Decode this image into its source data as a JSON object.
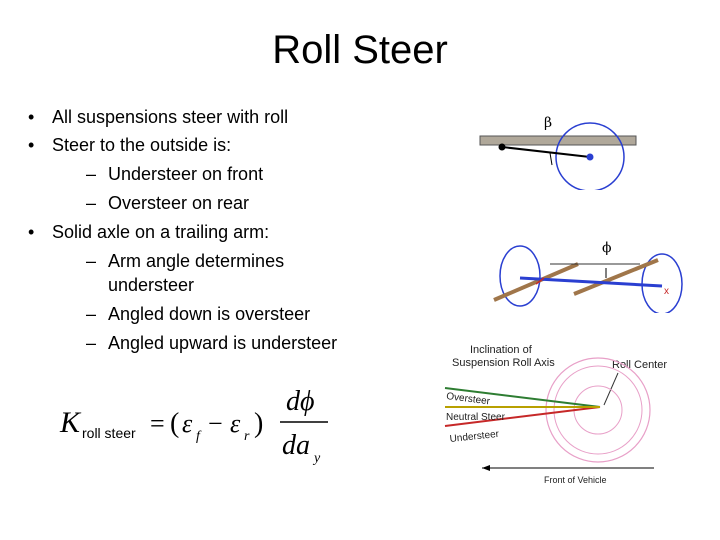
{
  "slide": {
    "title": "Roll Steer",
    "bullets": [
      {
        "level": 1,
        "text": "All suspensions steer with roll"
      },
      {
        "level": 1,
        "text": "Steer to the outside is:"
      },
      {
        "level": 2,
        "text": "Understeer on front"
      },
      {
        "level": 2,
        "text": "Oversteer on rear"
      },
      {
        "level": 1,
        "text": "Solid axle on a trailing arm:"
      },
      {
        "level": 2,
        "text": "Arm angle determines",
        "continuation": "understeer"
      },
      {
        "level": 2,
        "text": "Angled down is oversteer"
      },
      {
        "level": 2,
        "text": "Angled upward is understeer"
      }
    ],
    "bullet_marks": {
      "level1": "•",
      "level2": "–"
    }
  },
  "formula": {
    "lhs_symbol": "K",
    "lhs_subscript": "roll steer",
    "equals": "=",
    "open_paren": "(",
    "eps": "ε",
    "sub_f": "f",
    "minus": "−",
    "sub_r": "r",
    "close_paren": ")",
    "numerator": "dϕ",
    "denominator": "da",
    "denom_sub": "y"
  },
  "fig_top": {
    "beta": "β"
  },
  "fig_middle": {
    "phi": "ϕ",
    "tick": "x"
  },
  "fig_bottom": {
    "heading_line1": "Inclination of",
    "heading_line2": "Suspension Roll Axis",
    "roll_center": "Roll Center",
    "oversteer": "Oversteer",
    "neutral": "Neutral Steer",
    "understeer": "Understeer",
    "front": "Front of Vehicle"
  },
  "colors": {
    "oversteer": "#2e7d32",
    "neutral": "#b8a000",
    "understeer": "#c62828",
    "wheel_blue": "#2a3fd1",
    "arm_brown": "#a0764a",
    "pink": "#e8a0c8"
  }
}
